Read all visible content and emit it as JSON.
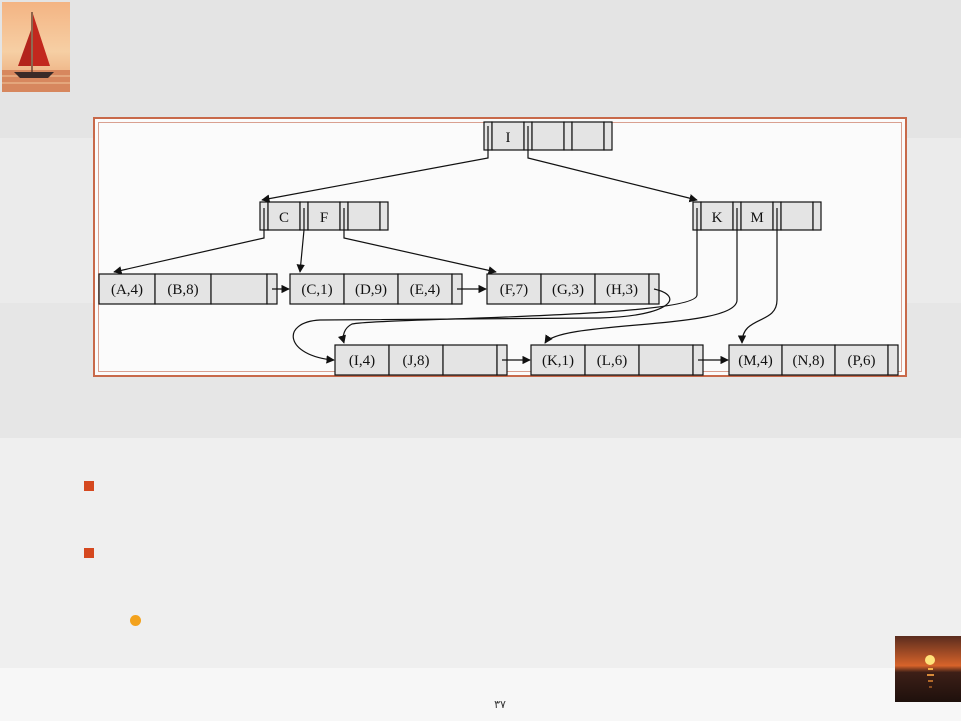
{
  "diagram": {
    "root": {
      "keys": [
        "I"
      ]
    },
    "internal": [
      {
        "keys": [
          "C",
          "F"
        ]
      },
      {
        "keys": [
          "K",
          "M"
        ]
      }
    ],
    "leaves": [
      {
        "records": [
          "(A,4)",
          "(B,8)"
        ]
      },
      {
        "records": [
          "(C,1)",
          "(D,9)",
          "(E,4)"
        ]
      },
      {
        "records": [
          "(F,7)",
          "(G,3)",
          "(H,3)"
        ]
      },
      {
        "records": [
          "(I,4)",
          "(J,8)"
        ]
      },
      {
        "records": [
          "(K,1)",
          "(L,6)"
        ]
      },
      {
        "records": [
          "(M,4)",
          "(N,8)",
          "(P,6)"
        ]
      }
    ]
  },
  "colors": {
    "accent": "#d5481f",
    "sub_bullet": "#f3a21d",
    "node_fill": "#e4e4e4",
    "frame": "#c8694a"
  },
  "footer": {
    "page_number": "۳۷"
  }
}
